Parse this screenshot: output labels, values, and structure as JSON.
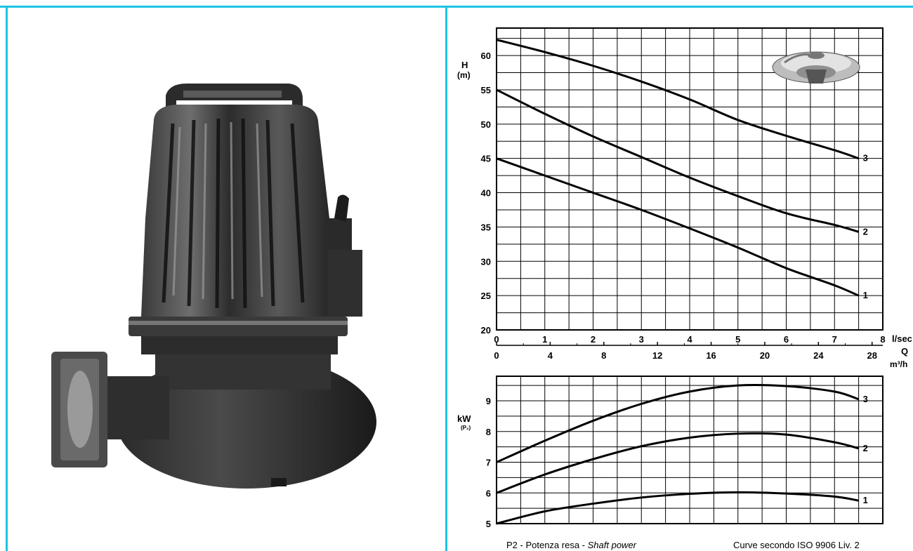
{
  "colors": {
    "frame": "#1ec3e6",
    "ink": "#000000",
    "background": "#ffffff"
  },
  "photo": {
    "icon": "submersible-pump-photo"
  },
  "inset": {
    "icon": "impeller-photo"
  },
  "footer": {
    "left_prefix": "P2 - Potenza resa - ",
    "left_italic": "Shaft power",
    "right": "Curve secondo ISO 9906 Liv. 2"
  },
  "chart_data": [
    {
      "type": "line",
      "ylabel_top": "H",
      "ylabel_unit": "(m)",
      "xlabel": "l/sec",
      "xlabel2_top": "Q",
      "xlabel2_unit": "m³/h",
      "xlim": [
        0,
        8
      ],
      "ylim": [
        20,
        64
      ],
      "x_ticks": [
        "0",
        "1",
        "2",
        "3",
        "4",
        "5",
        "6",
        "7",
        "8"
      ],
      "y_ticks": [
        "20",
        "25",
        "30",
        "35",
        "40",
        "45",
        "50",
        "55",
        "60"
      ],
      "x2_ticks": [
        "0",
        "4",
        "8",
        "12",
        "16",
        "20",
        "24",
        "28"
      ],
      "grid": true,
      "series": [
        {
          "name": "1",
          "x": [
            0,
            1,
            2,
            3,
            4,
            5,
            6,
            7,
            7.5
          ],
          "y": [
            45,
            42.5,
            40,
            37.5,
            34.8,
            32,
            29,
            26.5,
            25
          ]
        },
        {
          "name": "2",
          "x": [
            0,
            1,
            2,
            3,
            4,
            5,
            6,
            7,
            7.5
          ],
          "y": [
            55,
            51.5,
            48.2,
            45.2,
            42.2,
            39.5,
            37,
            35.3,
            34.3
          ]
        },
        {
          "name": "3",
          "x": [
            0,
            1,
            2,
            3,
            4,
            5,
            6,
            7,
            7.5
          ],
          "y": [
            62.3,
            60.5,
            58.5,
            56.2,
            53.6,
            50.6,
            48.3,
            46.2,
            45
          ]
        }
      ]
    },
    {
      "type": "line",
      "ylabel_top": "kW",
      "ylabel_unit": "(P₂)",
      "xlim": [
        0,
        8
      ],
      "ylim": [
        5,
        9.8
      ],
      "y_ticks": [
        "5",
        "6",
        "7",
        "8",
        "9"
      ],
      "grid": true,
      "series": [
        {
          "name": "1",
          "x": [
            0,
            1,
            2,
            3,
            4,
            5,
            6,
            7,
            7.5
          ],
          "y": [
            5,
            5.4,
            5.65,
            5.85,
            5.97,
            6.02,
            5.98,
            5.88,
            5.75
          ]
        },
        {
          "name": "2",
          "x": [
            0,
            1,
            2,
            3,
            4,
            5,
            6,
            7,
            7.5
          ],
          "y": [
            6,
            6.6,
            7.1,
            7.52,
            7.8,
            7.93,
            7.9,
            7.65,
            7.45
          ]
        },
        {
          "name": "3",
          "x": [
            0,
            1,
            2,
            3,
            4,
            5,
            6,
            7,
            7.5
          ],
          "y": [
            7,
            7.7,
            8.35,
            8.9,
            9.3,
            9.5,
            9.48,
            9.3,
            9.05
          ]
        }
      ]
    }
  ]
}
